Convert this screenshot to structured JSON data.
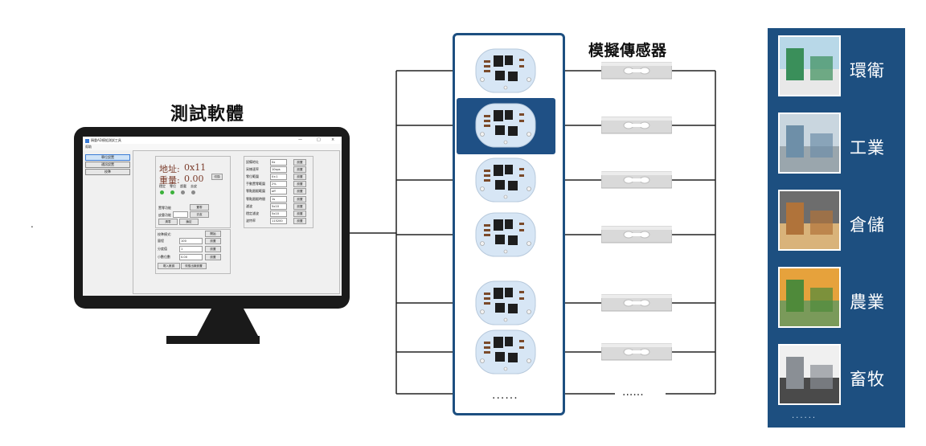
{
  "software_title": "測試軟體",
  "sensor_title": "模擬傳感器",
  "left_marker": ".",
  "board_more": "......",
  "sensor_more": "......",
  "app_more": "......",
  "software_window": {
    "title": "稱重AD模組測試工具",
    "menu_item": "幫助",
    "win_min": "—",
    "win_max": "□",
    "win_close": "×",
    "nav": [
      "單位設置",
      "通訊設置",
      "校準"
    ],
    "address_label": "地址:",
    "address_value": "0x11",
    "weight_label": "重量:",
    "weight_value": "0.00",
    "unit_button": "切換",
    "status_labels": [
      "穩定",
      "零位",
      "超載",
      "去皮"
    ],
    "led_colors": [
      "#3bb13b",
      "#3bb13b",
      "#8a8a8a",
      "#8a8a8a"
    ],
    "zero_label": "置零功能",
    "zero_button": "置零",
    "tare_label": "皮重功能",
    "tare_button": "去皮",
    "clear_button": "清零",
    "lock_button": "鎖定",
    "settings": [
      {
        "label": "設備地址",
        "value": "0x",
        "button": "設置"
      },
      {
        "label": "采樣速率",
        "value": "10sps",
        "button": "設置"
      },
      {
        "label": "零位範圍",
        "value": "0±1",
        "button": "設置"
      },
      {
        "label": "手動置零範圍",
        "value": "2%",
        "button": "設置"
      },
      {
        "label": "零點跟蹤範圍",
        "value": "off",
        "button": "設置"
      },
      {
        "label": "零點跟蹤時間",
        "value": "1s",
        "button": "設置"
      },
      {
        "label": "濾波",
        "value": "5x10",
        "button": "設置"
      },
      {
        "label": "穩定濾波",
        "value": "5x10",
        "button": "設置"
      },
      {
        "label": "波特率",
        "value": "115200",
        "button": "設置"
      }
    ],
    "calib_title": "校準模式:",
    "calib_button": "開始",
    "calib_rows": [
      {
        "label": "量程",
        "value": "100",
        "button": "設置"
      },
      {
        "label": "分度值",
        "value": "1",
        "button": "設置"
      },
      {
        "label": "小數位數",
        "value": "0.00",
        "button": "設置"
      }
    ],
    "calib_actions": [
      "寫入數據",
      "恢復出廠設置"
    ]
  },
  "applications": [
    {
      "label": "環衛",
      "icon": "sanitation-photo"
    },
    {
      "label": "工業",
      "icon": "industry-photo"
    },
    {
      "label": "倉儲",
      "icon": "warehouse-photo"
    },
    {
      "label": "農業",
      "icon": "agriculture-photo"
    },
    {
      "label": "畜牧",
      "icon": "livestock-photo"
    }
  ],
  "colors": {
    "panel_blue": "#1d4f80",
    "frame_blue": "#1d4f80",
    "pcb_blue": "#d7e6f5",
    "sensor_grey": "#dcdcdc",
    "monitor_black": "#1a1a1a"
  }
}
